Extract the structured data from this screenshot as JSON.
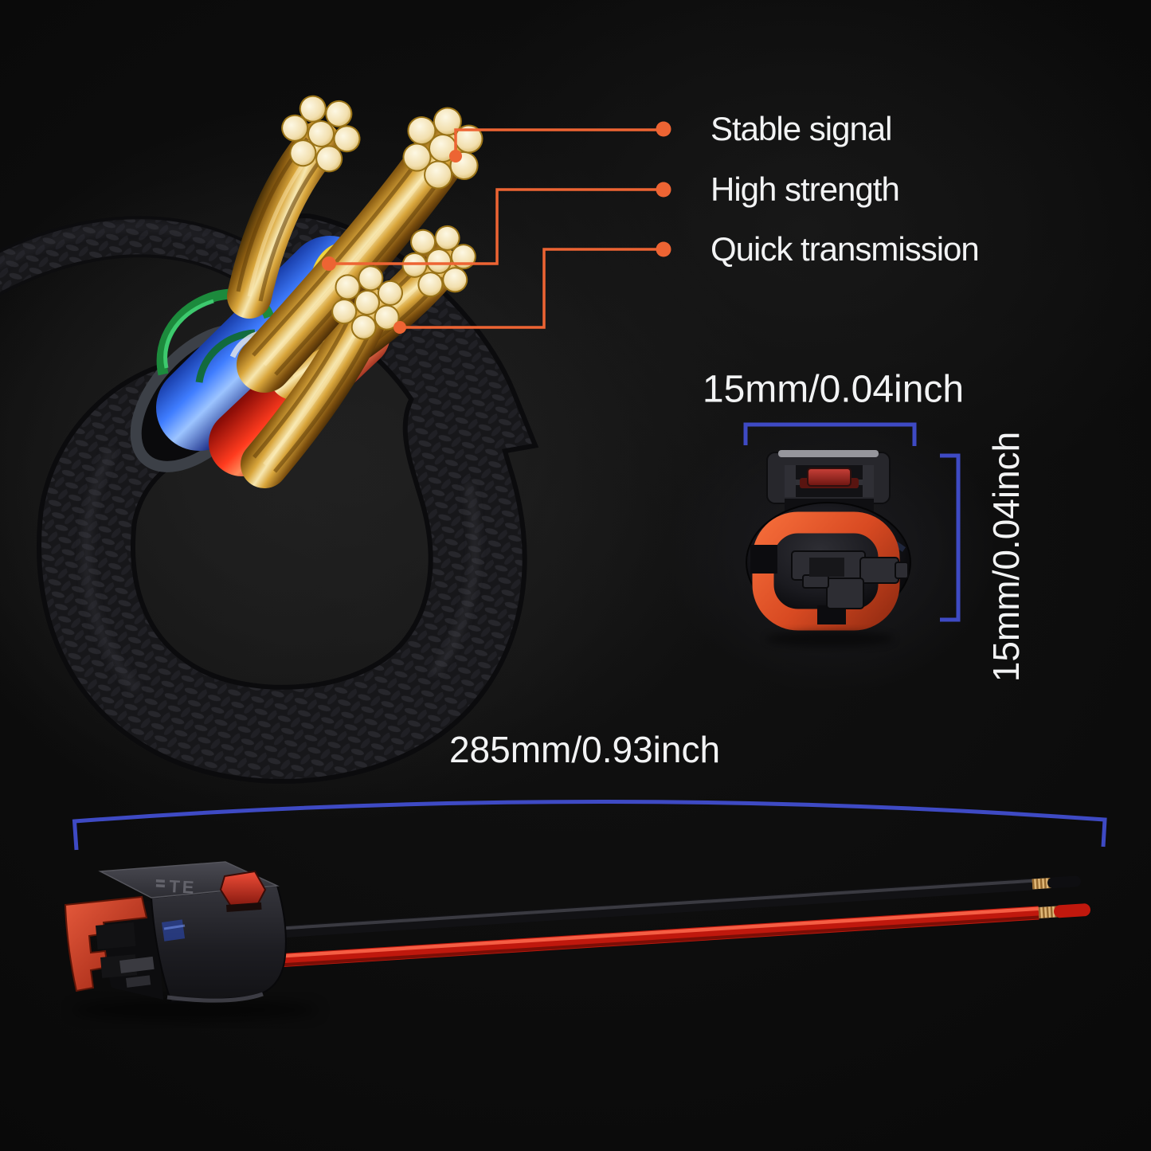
{
  "features": {
    "items": [
      {
        "label": "Stable signal"
      },
      {
        "label": "High strength"
      },
      {
        "label": "Quick transmission"
      }
    ]
  },
  "dimensions": {
    "width_label": "15mm/0.04inch",
    "height_label": "15mm/0.04inch",
    "length_label": "285mm/0.93inch"
  },
  "connector": {
    "marking": "TE"
  },
  "colors": {
    "accent": "#ED6433",
    "dim_blue": "#3E4AC4",
    "text": "#F2F3F4"
  }
}
